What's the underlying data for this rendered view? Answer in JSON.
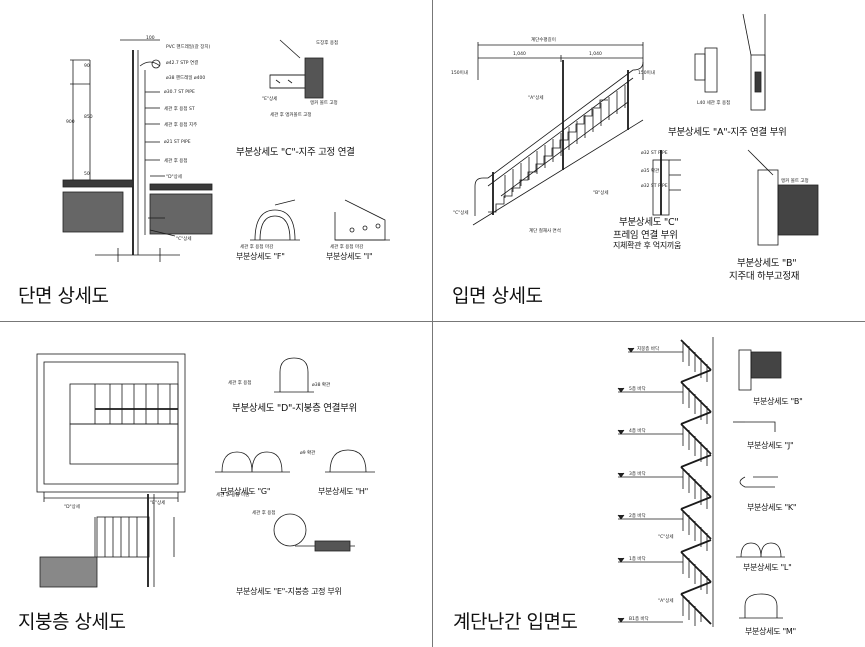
{
  "panels": {
    "section": {
      "title": "단면 상세도",
      "detail_c": "부분상세도 \"C\"-지주 고정 연결",
      "detail_f": "부분상세도 \"F\"",
      "detail_i": "부분상세도 \"I\""
    },
    "elevation": {
      "title": "입면 상세도",
      "detail_a": "부분상세도 \"A\"-지주 연결 부위",
      "detail_c1": "부분상세도 \"C\"",
      "detail_c2": "프레임 연결 부위",
      "detail_c3": "지체확관 후 억지끼움",
      "detail_b1": "부분상세도 \"B\"",
      "detail_b2": "지주대 하부고정재",
      "dim_total": "계단수평길이",
      "dim_left": "1,040",
      "dim_right": "1,040",
      "dim_edge_left": "150이내",
      "dim_edge_right": "150이내"
    },
    "landing": {
      "title": "지붕층 상세도",
      "detail_d": "부분상세도 \"D\"-지붕층 연결부위",
      "detail_g": "부분상세도 \"G\"",
      "detail_h": "부분상세도 \"H\"",
      "detail_e": "부분상세도 \"E\"-지붕층 고정 부위"
    },
    "stairwell": {
      "title": "계단난간 입면도",
      "detail_b": "부분상세도 \"B\"",
      "detail_j": "부분상세도 \"J\"",
      "detail_k": "부분상세도 \"K\"",
      "detail_l": "부분상세도 \"L\"",
      "detail_m": "부분상세도 \"M\""
    }
  }
}
